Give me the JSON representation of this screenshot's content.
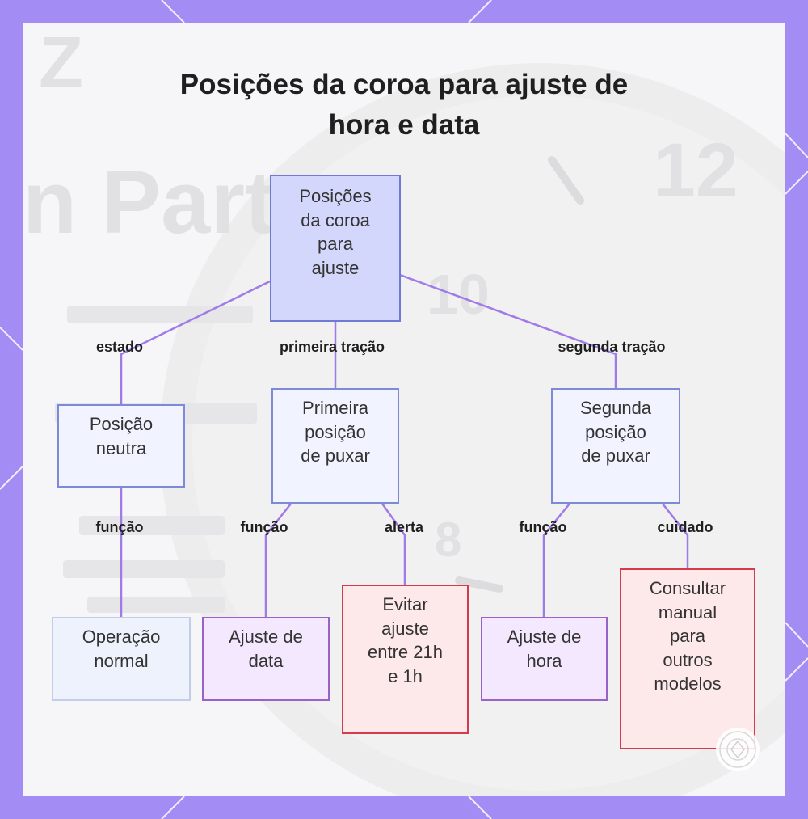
{
  "title": [
    "Posições da coroa para ajuste de",
    "hora e data"
  ],
  "nodes": {
    "root": [
      "Posições",
      "da coroa",
      "para",
      "ajuste"
    ],
    "neutral": [
      "Posição",
      "neutra"
    ],
    "first_pull": [
      "Primeira",
      "posição",
      "de puxar"
    ],
    "second_pull": [
      "Segunda",
      "posição",
      "de puxar"
    ],
    "normal_op": [
      "Operação",
      "normal"
    ],
    "date_adjust": [
      "Ajuste de",
      "data"
    ],
    "avoid": [
      "Evitar",
      "ajuste",
      "entre 21h",
      "e 1h"
    ],
    "time_adjust": [
      "Ajuste de",
      "hora"
    ],
    "consult": [
      "Consultar",
      "manual",
      "para",
      "outros",
      "modelos"
    ]
  },
  "edges": {
    "estado": "estado",
    "primeira": "primeira tração",
    "segunda": "segunda tração",
    "funcao_neutral": "função",
    "funcao_first": "função",
    "alerta": "alerta",
    "funcao_second": "função",
    "cuidado": "cuidado"
  },
  "colors": {
    "frame": "#a48cf5",
    "connector": "#a07be8",
    "root_fill": "#d3d7fc",
    "purple_border": "#9a62c9",
    "red_border": "#d43c4b"
  }
}
